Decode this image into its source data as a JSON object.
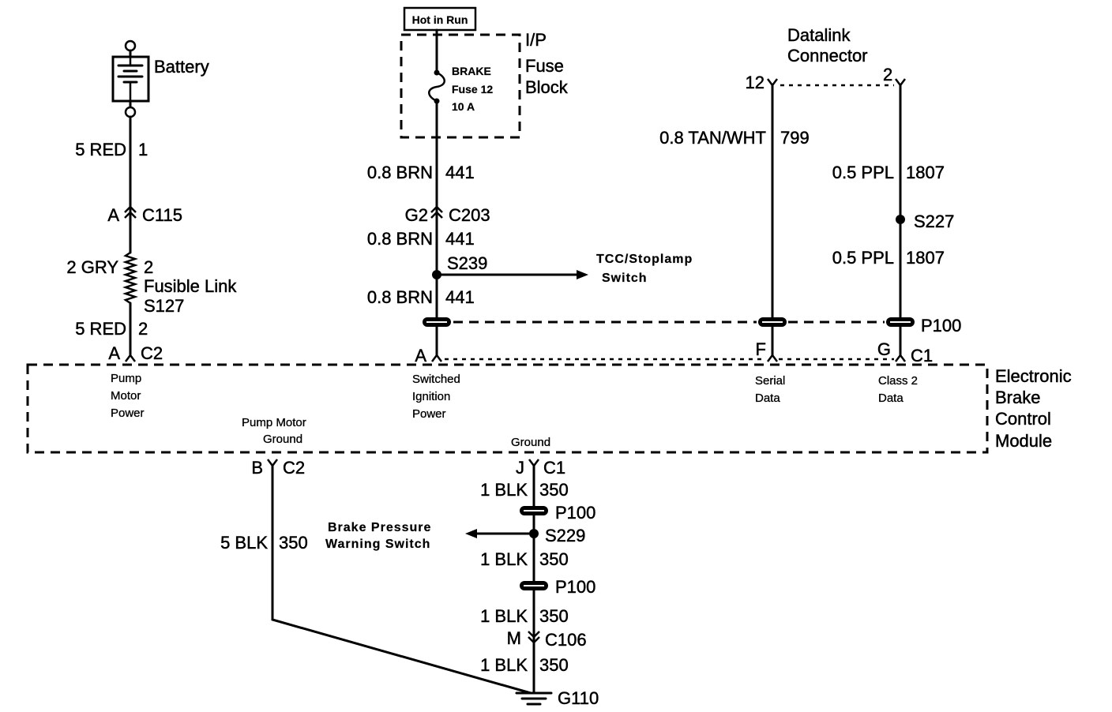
{
  "battery_feed": {
    "battery_label": "Battery",
    "wire_a": {
      "gauge_color": "5 RED",
      "circuit": "1"
    },
    "c115": {
      "pin": "A",
      "name": "C115"
    },
    "fusible_link": {
      "gauge_color": "2 GRY",
      "circuit": "2",
      "label": "Fusible Link",
      "splice": "S127"
    },
    "wire_b": {
      "gauge_color": "5 RED",
      "circuit": "2"
    },
    "module_connector": {
      "pin": "A",
      "name": "C2"
    },
    "terminal_label": [
      "Pump",
      "Motor",
      "Power"
    ]
  },
  "ignition_feed": {
    "source_label": "Hot in Run",
    "fuse_block_label": [
      "I/P",
      "Fuse",
      "Block"
    ],
    "fuse_label": [
      "BRAKE",
      "Fuse 12",
      "10 A"
    ],
    "wire_a": {
      "gauge_color": "0.8 BRN",
      "circuit": "441"
    },
    "c203": {
      "pin": "G2",
      "name": "C203"
    },
    "wire_b": {
      "gauge_color": "0.8 BRN",
      "circuit": "441"
    },
    "splice": "S239",
    "branch_label": [
      "TCC/Stoplamp",
      "Switch"
    ],
    "wire_c": {
      "gauge_color": "0.8 BRN",
      "circuit": "441"
    },
    "module_pin": "A",
    "terminal_label": [
      "Switched",
      "Ignition",
      "Power"
    ]
  },
  "datalink": {
    "label": [
      "Datalink",
      "Connector"
    ],
    "serial_pin": "12",
    "class2_pin": "2"
  },
  "serial_data": {
    "wire": {
      "gauge_color": "0.8 TAN/WHT",
      "circuit": "799"
    },
    "module_pin": "F",
    "terminal_label": [
      "Serial",
      "Data"
    ]
  },
  "class2_data": {
    "wire_a": {
      "gauge_color": "0.5 PPL",
      "circuit": "1807"
    },
    "splice": "S227",
    "wire_b": {
      "gauge_color": "0.5 PPL",
      "circuit": "1807"
    },
    "inline_connector": "P100",
    "module_pin": "G",
    "module_connector": "C1",
    "terminal_label": [
      "Class 2",
      "Data"
    ]
  },
  "module": {
    "name": [
      "Electronic",
      "Brake",
      "Control",
      "Module"
    ],
    "pump_ground_label": [
      "Pump Motor",
      "Ground"
    ],
    "ground_label": "Ground"
  },
  "pump_ground": {
    "connector": {
      "pin": "B",
      "name": "C2"
    },
    "wire": {
      "gauge_color": "5 BLK",
      "circuit": "350"
    }
  },
  "module_ground": {
    "connector": {
      "pin": "J",
      "name": "C1"
    },
    "wire_a": {
      "gauge_color": "1 BLK",
      "circuit": "350"
    },
    "inline_connector_a": "P100",
    "splice": "S229",
    "branch_label": [
      "Brake Pressure",
      "Warning Switch"
    ],
    "wire_b": {
      "gauge_color": "1 BLK",
      "circuit": "350"
    },
    "inline_connector_b": "P100",
    "wire_c": {
      "gauge_color": "1 BLK",
      "circuit": "350"
    },
    "c106": {
      "pin": "M",
      "name": "C106"
    },
    "wire_d": {
      "gauge_color": "1 BLK",
      "circuit": "350"
    },
    "ground": "G110"
  }
}
